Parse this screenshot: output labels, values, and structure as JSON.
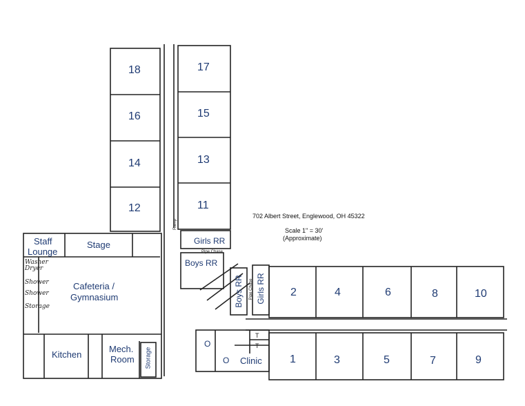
{
  "address": "702 Albert Street, Englewood, OH 45322",
  "scale": "Scale 1\" = 30'",
  "scale_note": "(Approximate)",
  "rooms": {
    "r18": "18",
    "r17": "17",
    "r16": "16",
    "r15": "15",
    "r14": "14",
    "r13": "13",
    "r12": "12",
    "r11": "11",
    "r2": "2",
    "r4": "4",
    "r6": "6",
    "r8": "8",
    "r10": "10",
    "r1": "1",
    "r3": "3",
    "r5": "5",
    "r7": "7",
    "r9": "9"
  },
  "labels": {
    "staff_lounge_1": "Staff",
    "staff_lounge_2": "Lounge",
    "stage": "Stage",
    "cafeteria_1": "Cafeteria /",
    "cafeteria_2": "Gymnasium",
    "kitchen": "Kitchen",
    "mech_1": "Mech.",
    "mech_2": "Room",
    "storage": "Storage",
    "girls_rr_top": "Girls RR",
    "boys_rr_top": "Boys RR",
    "boys_rr_vert": "Boys RR",
    "girls_rr_vert": "Girls RR",
    "clinic": "Clinic",
    "office_1": "O",
    "office_2": "O",
    "toilet_1": "T",
    "toilet_2": "T",
    "ramp": "Ramp",
    "pipe_chase_1": "Pipe Chase",
    "pipe_chase_2": "Pipe Chase"
  },
  "handwritten": {
    "washer_dryer": "Washer Dryer",
    "shower_1": "Shower",
    "shower_2": "Shower",
    "storage": "Storage"
  },
  "colors": {
    "label": "#1f3b73",
    "wall": "#222222"
  }
}
